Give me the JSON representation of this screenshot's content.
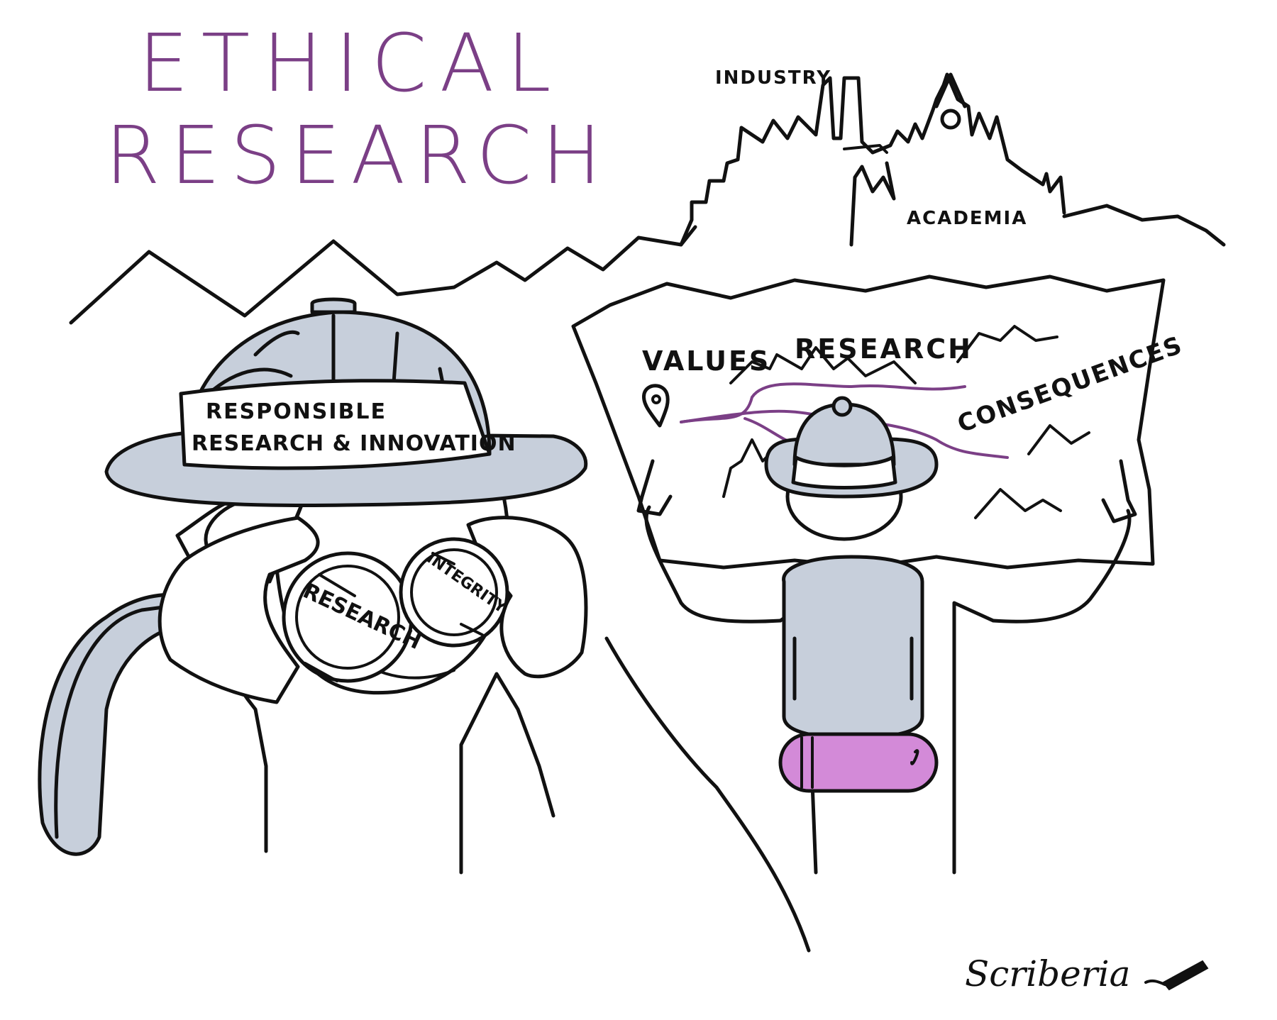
{
  "title": {
    "line1": "ETHICAL",
    "line2": "RESEARCH"
  },
  "skyline": {
    "industry_label": "INDUSTRY",
    "academia_label": "ACADEMIA"
  },
  "hat": {
    "line1": "RESPONSIBLE",
    "line2": "RESEARCH & INNOVATION"
  },
  "binoculars": {
    "left_lens": "RESEARCH",
    "right_lens": "INTEGRITY"
  },
  "map": {
    "values": "VALUES",
    "research": "RESEARCH",
    "consequences": "CONSEQUENCES"
  },
  "signature": "Scriberia",
  "colors": {
    "title": "#7b3f86",
    "route": "#7b3f86",
    "grey_fill": "#c7cfdb",
    "bedroll": "#d38ad8",
    "ink": "#111111"
  },
  "icons": [
    "location-pin-icon",
    "pencil-icon"
  ]
}
